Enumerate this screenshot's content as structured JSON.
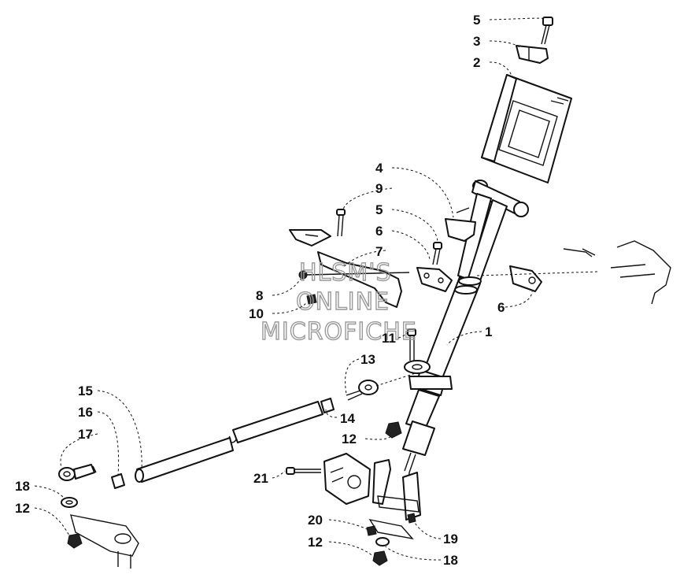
{
  "watermark": {
    "line1": "HLSM'S",
    "line2": "ONLINE",
    "line3": "MICROFICHE"
  },
  "callouts": [
    {
      "id": "callout-5-top",
      "label": "5"
    },
    {
      "id": "callout-3",
      "label": "3"
    },
    {
      "id": "callout-2",
      "label": "2"
    },
    {
      "id": "callout-4",
      "label": "4"
    },
    {
      "id": "callout-9",
      "label": "9"
    },
    {
      "id": "callout-5-mid",
      "label": "5"
    },
    {
      "id": "callout-6-left",
      "label": "6"
    },
    {
      "id": "callout-7",
      "label": "7"
    },
    {
      "id": "callout-8",
      "label": "8"
    },
    {
      "id": "callout-10",
      "label": "10"
    },
    {
      "id": "callout-6-right",
      "label": "6"
    },
    {
      "id": "callout-11",
      "label": "11"
    },
    {
      "id": "callout-1",
      "label": "1"
    },
    {
      "id": "callout-13",
      "label": "13"
    },
    {
      "id": "callout-15",
      "label": "15"
    },
    {
      "id": "callout-14",
      "label": "14"
    },
    {
      "id": "callout-16",
      "label": "16"
    },
    {
      "id": "callout-12-mid",
      "label": "12"
    },
    {
      "id": "callout-17",
      "label": "17"
    },
    {
      "id": "callout-21",
      "label": "21"
    },
    {
      "id": "callout-18-left",
      "label": "18"
    },
    {
      "id": "callout-12-left",
      "label": "12"
    },
    {
      "id": "callout-20",
      "label": "20"
    },
    {
      "id": "callout-19",
      "label": "19"
    },
    {
      "id": "callout-12-bottom",
      "label": "12"
    },
    {
      "id": "callout-18-bottom",
      "label": "18"
    }
  ]
}
